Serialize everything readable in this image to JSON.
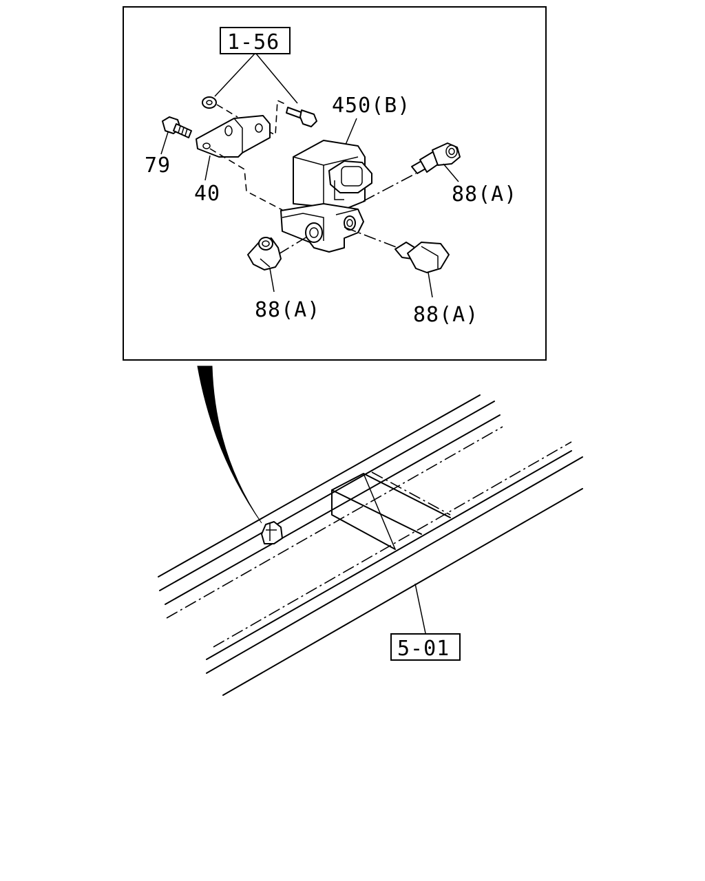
{
  "diagram": {
    "callouts": {
      "ref_top": "1-56",
      "ref_bottom": "5-01",
      "valve": "450(B)",
      "bolt": "79",
      "bracket": "40",
      "fitting_right": "88(A)",
      "fitting_left": "88(A)",
      "fitting_elbow": "88(A)"
    }
  }
}
